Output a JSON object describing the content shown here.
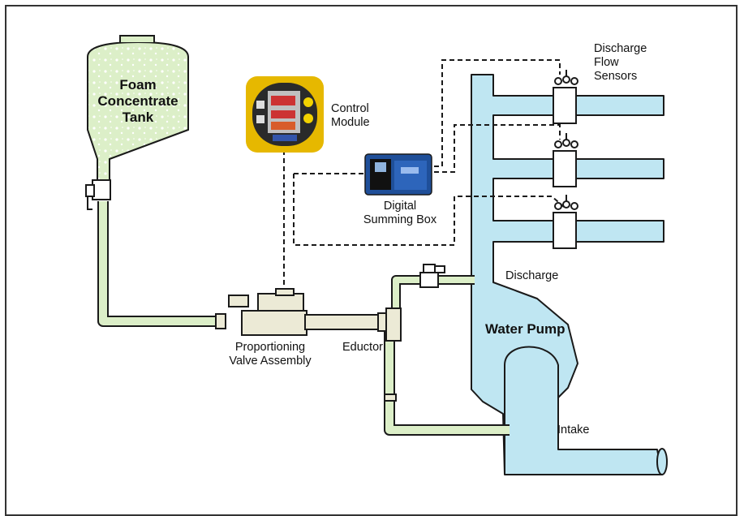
{
  "diagram": {
    "tank_label": "Foam\nConcentrate\nTank",
    "control_module_label": "Control\nModule",
    "summing_box_label": "Digital\nSumming Box",
    "flow_sensors_label": "Discharge\nFlow\nSensors",
    "discharge_label": "Discharge",
    "pump_label": "Water Pump",
    "eductor_label": "Eductor",
    "valve_label": "Proportioning\nValve Assembly",
    "intake_label": "Intake",
    "colors": {
      "water": "#bfe6f2",
      "foam": "#dcefc8",
      "outline": "#1a1a1a",
      "valve_body": "#ecead6"
    }
  }
}
